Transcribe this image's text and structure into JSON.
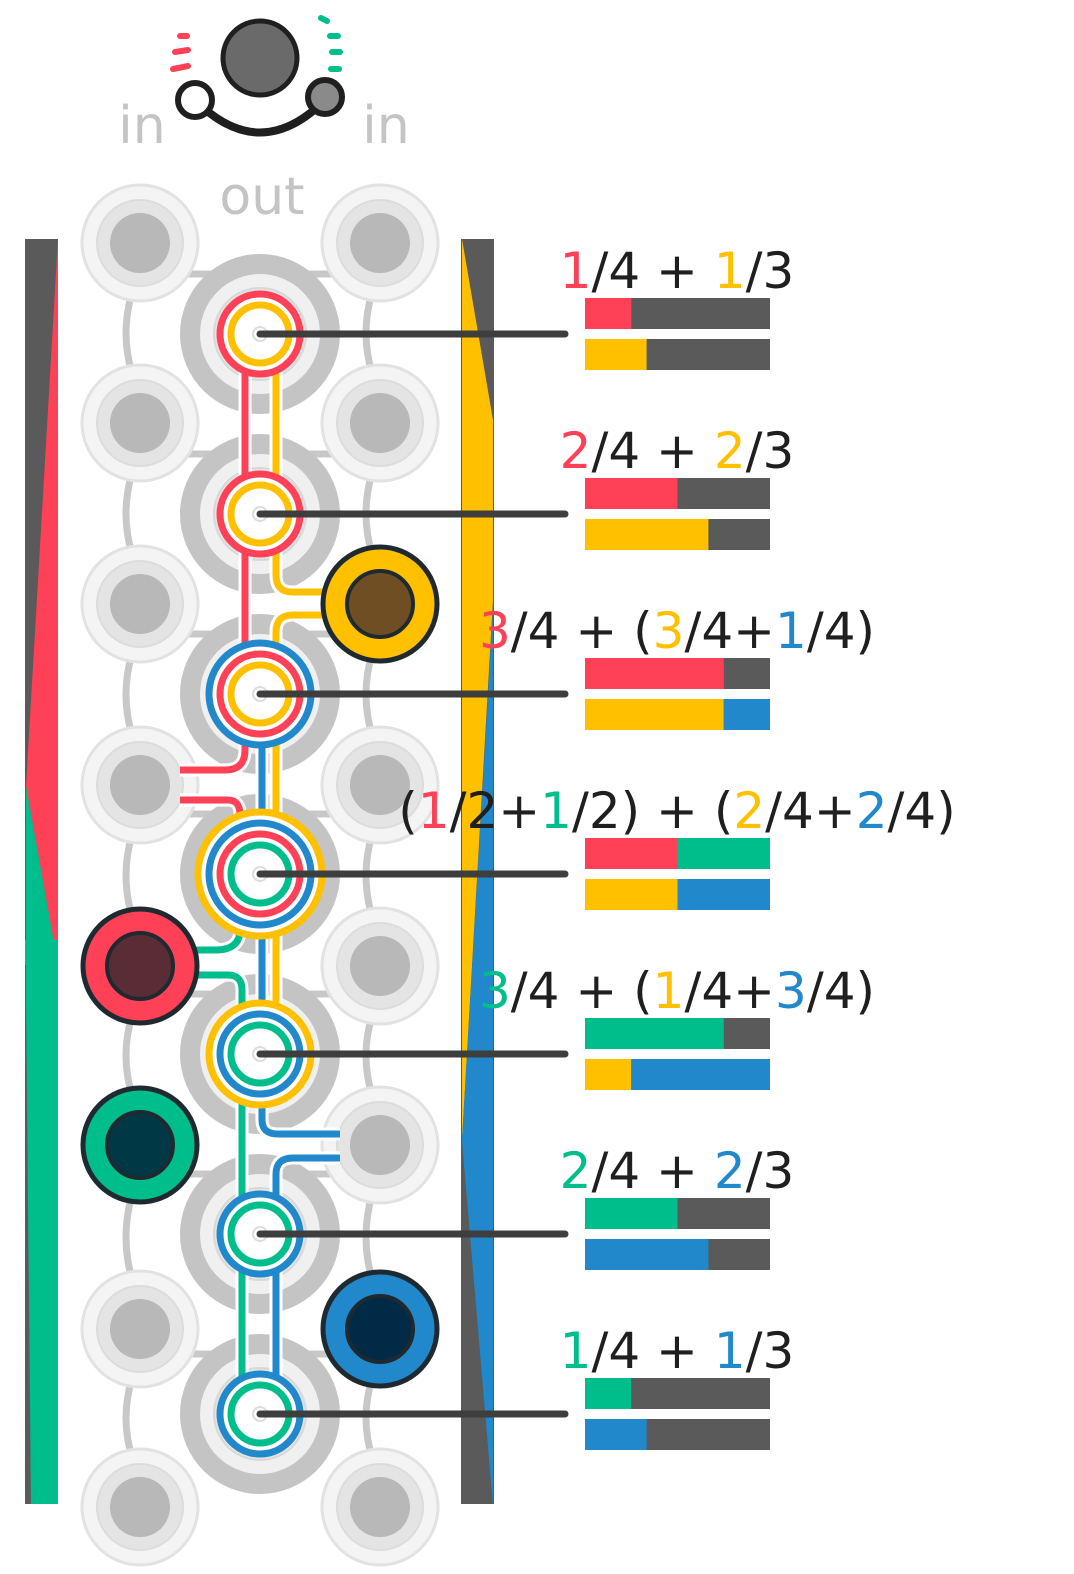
{
  "header": {
    "in_left": "in",
    "in_right": "in",
    "out": "out"
  },
  "colors": {
    "red": "#ff4157",
    "yellow": "#ffc000",
    "green": "#00be8c",
    "blue": "#2288cc",
    "dark": "#5a5a5a",
    "jack_ring": "#e8e8e8",
    "jack_core": "#b8b8b8"
  },
  "rows": [
    {
      "equation": [
        {
          "t": "1",
          "c": "red"
        },
        {
          "t": "/4 + ",
          "c": "text"
        },
        {
          "t": "1",
          "c": "yellow"
        },
        {
          "t": "/3",
          "c": "text"
        }
      ],
      "bar_a": [
        {
          "color": "red",
          "fraction": 0.25
        }
      ],
      "bar_b": [
        {
          "color": "yellow",
          "fraction": 0.333
        }
      ]
    },
    {
      "equation": [
        {
          "t": "2",
          "c": "red"
        },
        {
          "t": "/4 + ",
          "c": "text"
        },
        {
          "t": "2",
          "c": "yellow"
        },
        {
          "t": "/3",
          "c": "text"
        }
      ],
      "bar_a": [
        {
          "color": "red",
          "fraction": 0.5
        }
      ],
      "bar_b": [
        {
          "color": "yellow",
          "fraction": 0.667
        }
      ]
    },
    {
      "equation": [
        {
          "t": "3",
          "c": "red"
        },
        {
          "t": "/4 + (",
          "c": "text"
        },
        {
          "t": "3",
          "c": "yellow"
        },
        {
          "t": "/4+",
          "c": "text"
        },
        {
          "t": "1",
          "c": "blue"
        },
        {
          "t": "/4)",
          "c": "text"
        }
      ],
      "bar_a": [
        {
          "color": "red",
          "fraction": 0.75
        }
      ],
      "bar_b": [
        {
          "color": "yellow",
          "fraction": 0.75
        },
        {
          "color": "blue",
          "fraction": 0.25
        }
      ]
    },
    {
      "equation": [
        {
          "t": "(",
          "c": "text"
        },
        {
          "t": "1",
          "c": "red"
        },
        {
          "t": "/2+",
          "c": "text"
        },
        {
          "t": "1",
          "c": "green"
        },
        {
          "t": "/2) + (",
          "c": "text"
        },
        {
          "t": "2",
          "c": "yellow"
        },
        {
          "t": "/4+",
          "c": "text"
        },
        {
          "t": "2",
          "c": "blue"
        },
        {
          "t": "/4)",
          "c": "text"
        }
      ],
      "bar_a": [
        {
          "color": "red",
          "fraction": 0.5
        },
        {
          "color": "green",
          "fraction": 0.5
        }
      ],
      "bar_b": [
        {
          "color": "yellow",
          "fraction": 0.5
        },
        {
          "color": "blue",
          "fraction": 0.5
        }
      ]
    },
    {
      "equation": [
        {
          "t": "3",
          "c": "green"
        },
        {
          "t": "/4 + (",
          "c": "text"
        },
        {
          "t": "1",
          "c": "yellow"
        },
        {
          "t": "/4+",
          "c": "text"
        },
        {
          "t": "3",
          "c": "blue"
        },
        {
          "t": "/4)",
          "c": "text"
        }
      ],
      "bar_a": [
        {
          "color": "green",
          "fraction": 0.75
        }
      ],
      "bar_b": [
        {
          "color": "yellow",
          "fraction": 0.25
        },
        {
          "color": "blue",
          "fraction": 0.75
        }
      ]
    },
    {
      "equation": [
        {
          "t": "2",
          "c": "green"
        },
        {
          "t": "/4 + ",
          "c": "text"
        },
        {
          "t": "2",
          "c": "blue"
        },
        {
          "t": "/3",
          "c": "text"
        }
      ],
      "bar_a": [
        {
          "color": "green",
          "fraction": 0.5
        }
      ],
      "bar_b": [
        {
          "color": "blue",
          "fraction": 0.667
        }
      ]
    },
    {
      "equation": [
        {
          "t": "1",
          "c": "green"
        },
        {
          "t": "/4 + ",
          "c": "text"
        },
        {
          "t": "1",
          "c": "blue"
        },
        {
          "t": "/3",
          "c": "text"
        }
      ],
      "bar_a": [
        {
          "color": "green",
          "fraction": 0.25
        }
      ],
      "bar_b": [
        {
          "color": "blue",
          "fraction": 0.333
        }
      ]
    }
  ],
  "inputs": [
    {
      "name": "red-input-jack",
      "color": "red",
      "core": "#5a2c36",
      "side": "left",
      "slot": 4
    },
    {
      "name": "green-input-jack",
      "color": "green",
      "core": "#003845",
      "side": "left",
      "slot": 5
    },
    {
      "name": "yellow-input-jack",
      "color": "yellow",
      "core": "#6e4e22",
      "side": "right",
      "slot": 2
    },
    {
      "name": "blue-input-jack",
      "color": "blue",
      "core": "#012a46",
      "side": "right",
      "slot": 6
    }
  ]
}
